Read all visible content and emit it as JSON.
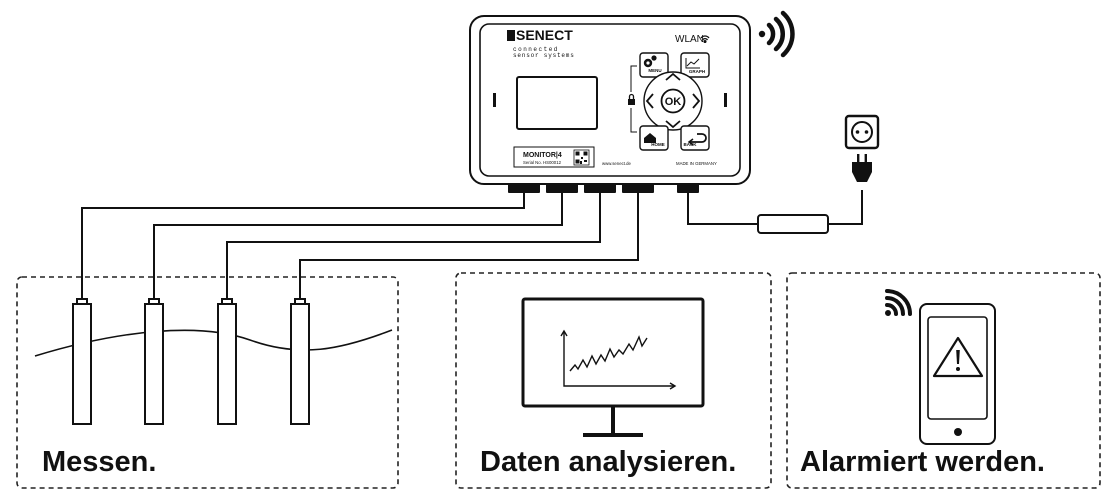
{
  "device": {
    "brand": "SENECT",
    "tagline_1": "connected",
    "tagline_2": "sensor systems",
    "wlan_label": "WLAN",
    "model": "MONITOR|4",
    "serial": "Serial No. HS00012",
    "website": "www.senect.de",
    "made_in": "MADE IN GERMANY",
    "buttons": {
      "menu": "MENU",
      "graph": "GRAPH",
      "ok": "OK",
      "home": "HOME",
      "back": "BACK"
    }
  },
  "sections": {
    "measure": {
      "caption": "Messen."
    },
    "analyze": {
      "caption": "Daten analysieren."
    },
    "alarm": {
      "caption": "Alarmiert werden."
    }
  },
  "icons": {
    "wifi": "wifi-broadcast-icon",
    "power_socket": "power-socket-icon",
    "power_plug": "power-plug-icon",
    "warning": "warning-triangle-icon",
    "chart": "line-chart-icon",
    "lock": "lock-icon"
  }
}
